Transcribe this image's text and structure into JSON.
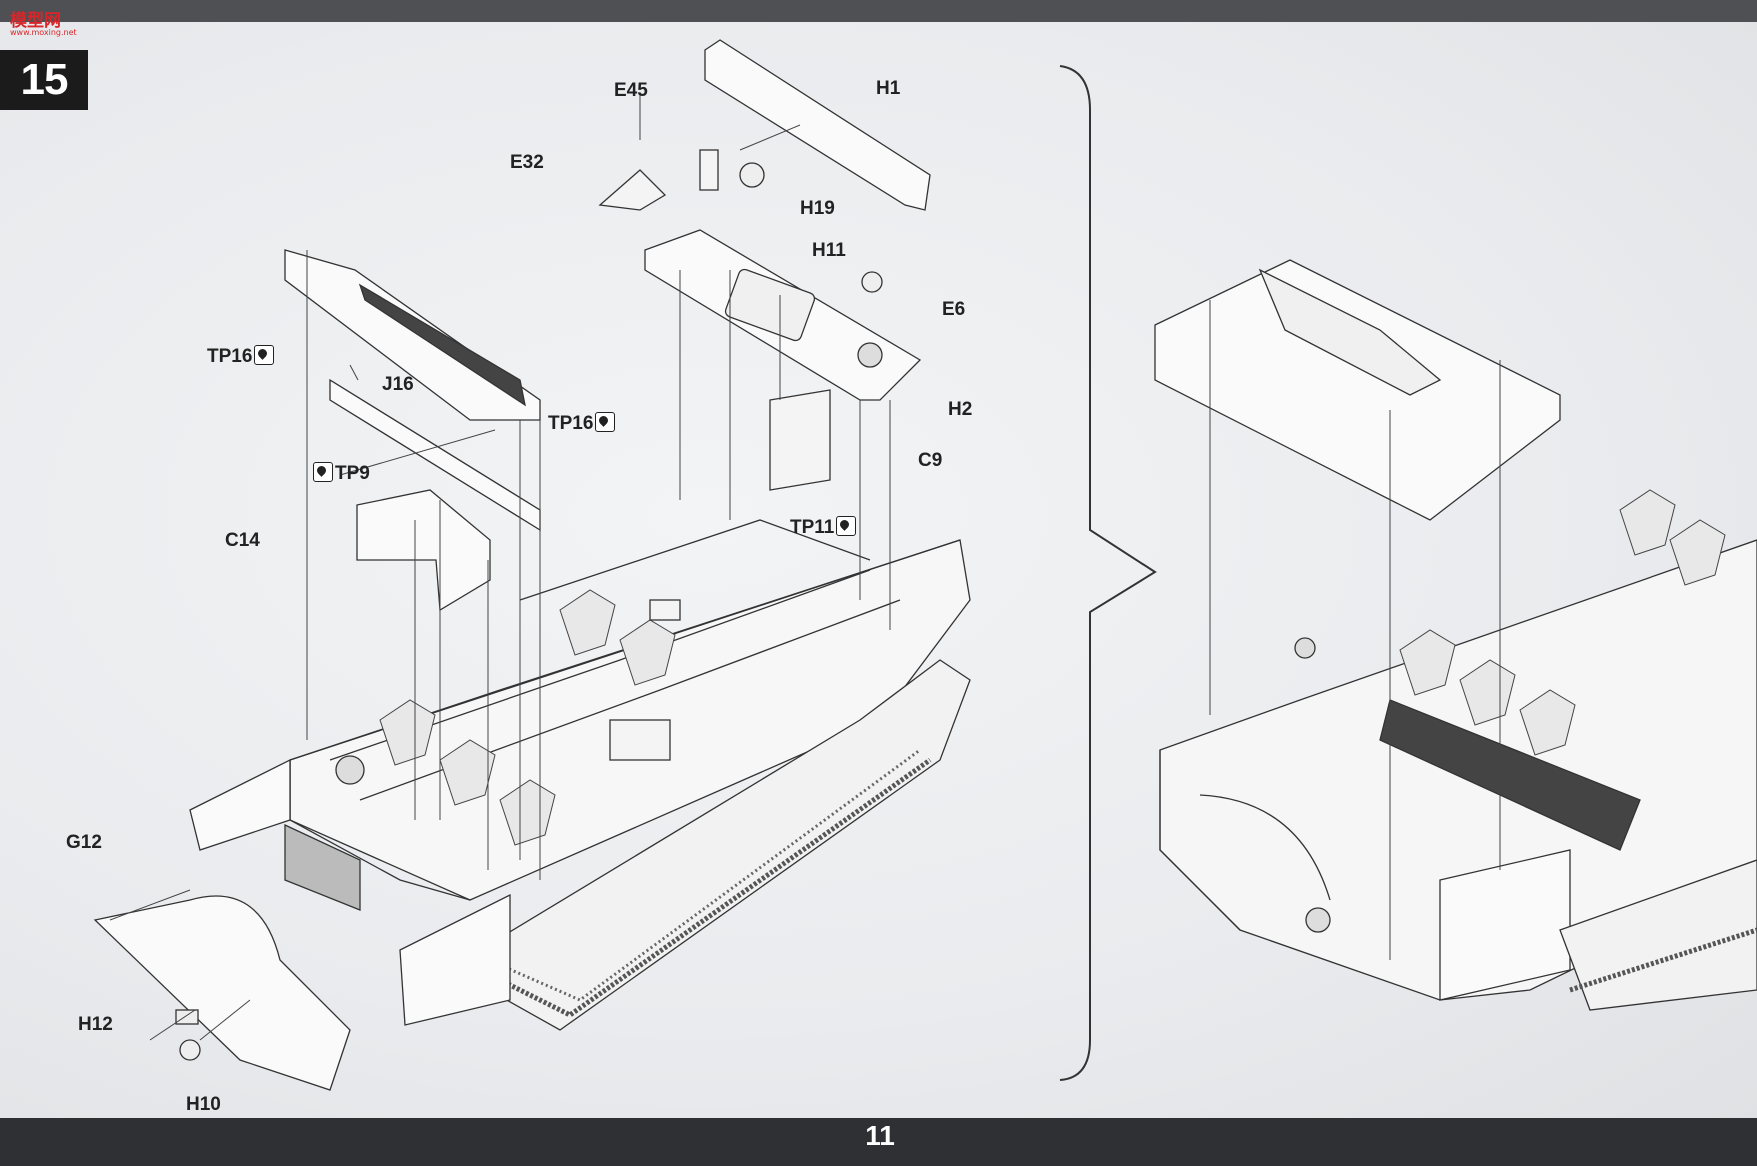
{
  "site_logo": {
    "text": "模型网",
    "subtext": "www.moxing.net"
  },
  "step": "15",
  "page_number": "11",
  "parts": {
    "E45": "E45",
    "H1": "H1",
    "E32": "E32",
    "H19": "H19",
    "H11": "H11",
    "E6": "E6",
    "TP16a": "TP16",
    "J16": "J16",
    "TP9": "TP9",
    "TP16b": "TP16",
    "H2": "H2",
    "C9": "C9",
    "TP11": "TP11",
    "C14": "C14",
    "G12": "G12",
    "H12": "H12",
    "H10": "H10"
  },
  "icons": {
    "glue": "cement-icon"
  }
}
